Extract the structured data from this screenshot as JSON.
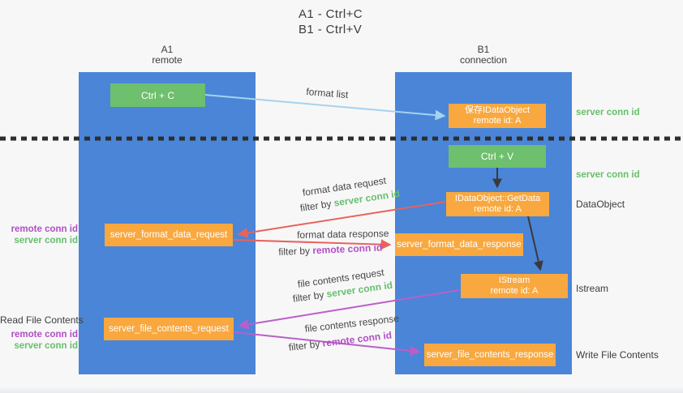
{
  "title": {
    "line1": "A1 - Ctrl+C",
    "line2": "B1 - Ctrl+V"
  },
  "lanes": {
    "left": {
      "name": "A1",
      "subtitle": "remote"
    },
    "right": {
      "name": "B1",
      "subtitle": "connection"
    }
  },
  "boxes": {
    "ctrl_c": {
      "label": "Ctrl + C"
    },
    "ctrl_v": {
      "label": "Ctrl + V"
    },
    "save_dataobject": {
      "line1": "保存IDataObject",
      "line2": "remote id: A"
    },
    "getdata": {
      "line1": "IDataObject::GetData",
      "line2": "remote id: A"
    },
    "istream": {
      "line1": "IStream",
      "line2": "remote id: A"
    },
    "format_request": {
      "label": "server_format_data_request"
    },
    "format_response": {
      "label": "server_format_data_response"
    },
    "file_request": {
      "label": "server_file_contents_request"
    },
    "file_response": {
      "label": "server_file_contents_response"
    }
  },
  "arrow_labels": {
    "format_list": "format list",
    "format_data_request": "format data request",
    "format_data_response": "format data response",
    "file_contents_request": "file contents request",
    "file_contents_response": "file contents response",
    "filter_by": "filter by",
    "server_conn_id": "server conn id",
    "remote_conn_id": "remote conn id"
  },
  "side_labels": {
    "left_format": {
      "line1": "remote conn id",
      "line2": "server conn id"
    },
    "read_file_contents": "Read File Contents",
    "left_file": {
      "line1": "remote conn id",
      "line2": "server conn id"
    },
    "right_server_conn_top": "server conn id",
    "right_server_conn_mid": "server conn id",
    "dataobject": "DataObject",
    "istream": "Istream",
    "write_file_contents": "Write File Contents"
  },
  "colors": {
    "column_blue": "#4a85d8",
    "box_green": "#6ebf6e",
    "box_orange": "#f9a83f",
    "arrow_blue": "#a5d2ee",
    "arrow_red": "#e8635c",
    "arrow_purple": "#bb5ec9",
    "arrow_black": "#3a3a3a",
    "text_dark": "#3c3c3c",
    "text_green": "#67bf6b",
    "text_purple": "#b14fc3",
    "background": "#f7f7f8"
  }
}
